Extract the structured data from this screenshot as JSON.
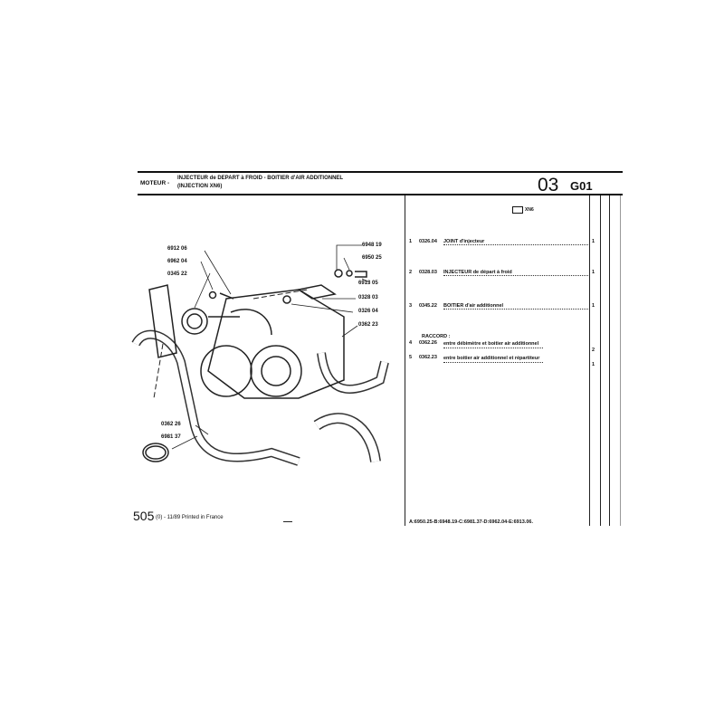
{
  "header": {
    "section": "MOTEUR -",
    "title_line1": "INJECTEUR de DEPART à FROID - BOITIER d'AIR ADDITIONNEL",
    "title_line2": "(INJECTION XN6)",
    "group_number": "03",
    "group_code": "G01"
  },
  "parts_table": {
    "variant_label": "XN6",
    "variant_icon": "engine-symbol-icon",
    "rows": [
      {
        "num": "1",
        "ref": "0326.04",
        "designation": "JOINT d'injecteur",
        "qty": "1"
      },
      {
        "num": "2",
        "ref": "0328.03",
        "designation": "INJECTEUR de départ à froid",
        "qty": "1"
      },
      {
        "num": "3",
        "ref": "0345.22",
        "designation": "BOITIER d'air additionnel",
        "qty": "1"
      },
      {
        "num": "",
        "ref": "",
        "designation": "RACCORD :",
        "qty": ""
      },
      {
        "num": "4",
        "ref": "0362.26",
        "designation": "entre débimètre et boitier air additionnel",
        "qty": "2"
      },
      {
        "num": "5",
        "ref": "0362.23",
        "designation": "entre boitier air additionnel et répartiteur",
        "qty": "1"
      }
    ]
  },
  "diagram_labels": [
    "6912 06",
    "6962 04",
    "0345 22",
    "6948 19",
    "6950 25",
    "6913 05",
    "0328 03",
    "0326 04",
    "0362 23",
    "0362 26",
    "6981 37"
  ],
  "footer": {
    "page": "505",
    "edition": "(0) - 11/89 Printed in France",
    "legend": "A:6950.25-B:6948.19-C:6981.37-D:6962.04-E:6913.06."
  }
}
